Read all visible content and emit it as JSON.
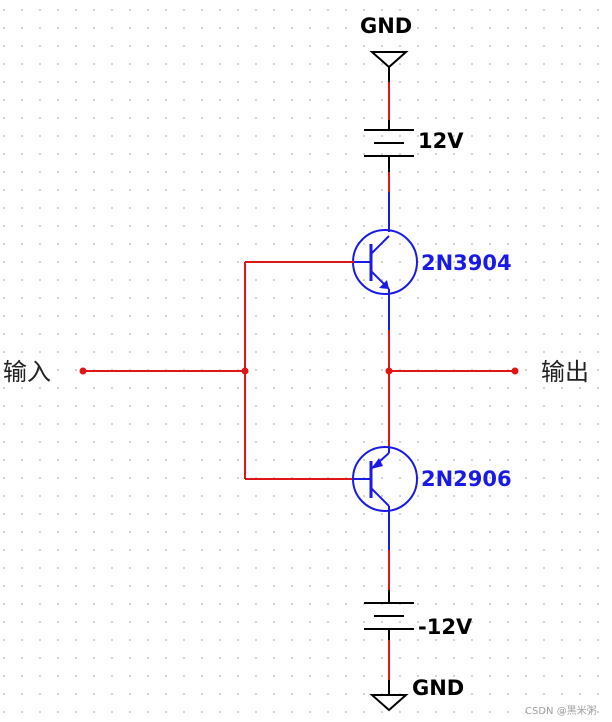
{
  "colors": {
    "wire_red": "#e01515",
    "component_blue": "#1a1ae6",
    "ink_black": "#000000",
    "grid_dot": "#b4b4b4",
    "node_dot": "#e01515"
  },
  "labels": {
    "gnd_top": "GND",
    "battery_top": "12V",
    "npn": "2N3904",
    "input": "输入",
    "output": "输出",
    "pnp": "2N2906",
    "battery_bottom": "-12V",
    "gnd_bottom": "GND"
  },
  "watermark": "CSDN @黑米粥",
  "icons": {
    "gnd_top": "ground-symbol-icon",
    "gnd_bottom": "ground-symbol-icon",
    "battery_top": "battery-symbol-icon",
    "battery_bottom": "battery-symbol-icon",
    "npn": "npn-transistor-icon",
    "pnp": "pnp-transistor-icon"
  }
}
